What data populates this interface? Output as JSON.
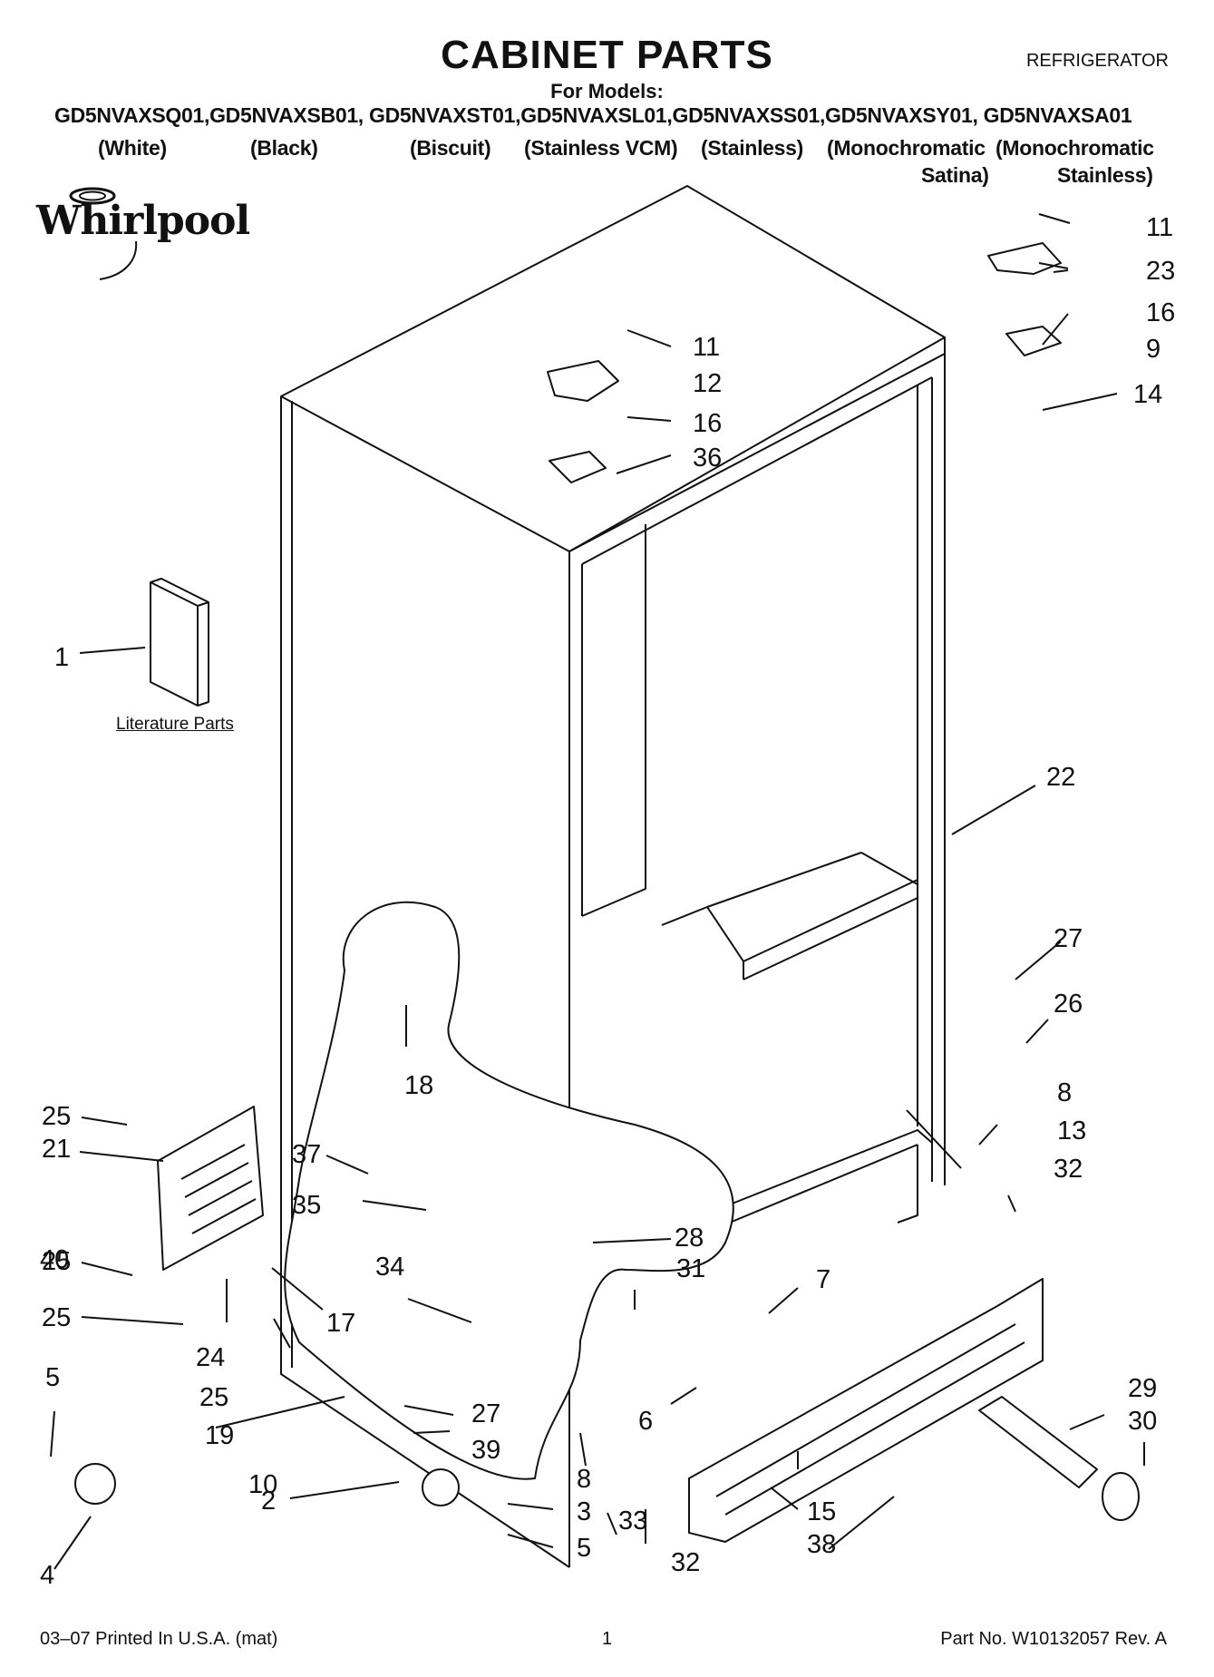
{
  "header": {
    "title": "CABINET PARTS",
    "appliance": "REFRIGERATOR",
    "for_models": "For Models:",
    "models_line": "GD5NVAXSQ01,GD5NVAXSB01, GD5NVAXST01,GD5NVAXSL01,GD5NVAXSS01,GD5NVAXSY01, GD5NVAXSA01",
    "colors": [
      "(White)",
      "(Black)",
      "(Biscuit)",
      "(Stainless VCM)",
      "(Stainless)",
      "(Monochromatic",
      "(Monochromatic",
      "Satina)",
      "Stainless)"
    ]
  },
  "brand": {
    "logo_text": "Whirlpool"
  },
  "literature_label": "Literature Parts",
  "callouts": [
    "1",
    "2",
    "3",
    "4",
    "5",
    "5",
    "6",
    "7",
    "8",
    "8",
    "9",
    "10",
    "11",
    "11",
    "12",
    "13",
    "14",
    "15",
    "16",
    "16",
    "17",
    "18",
    "19",
    "21",
    "22",
    "23",
    "24",
    "25",
    "25",
    "25",
    "25",
    "26",
    "27",
    "27",
    "28",
    "29",
    "30",
    "31",
    "32",
    "32",
    "33",
    "34",
    "35",
    "36",
    "37",
    "38",
    "39",
    "40"
  ],
  "footer": {
    "print_info": "03–07 Printed In U.S.A. (mat)",
    "page": "1",
    "part_no": "Part No. W10132057 Rev. A"
  }
}
